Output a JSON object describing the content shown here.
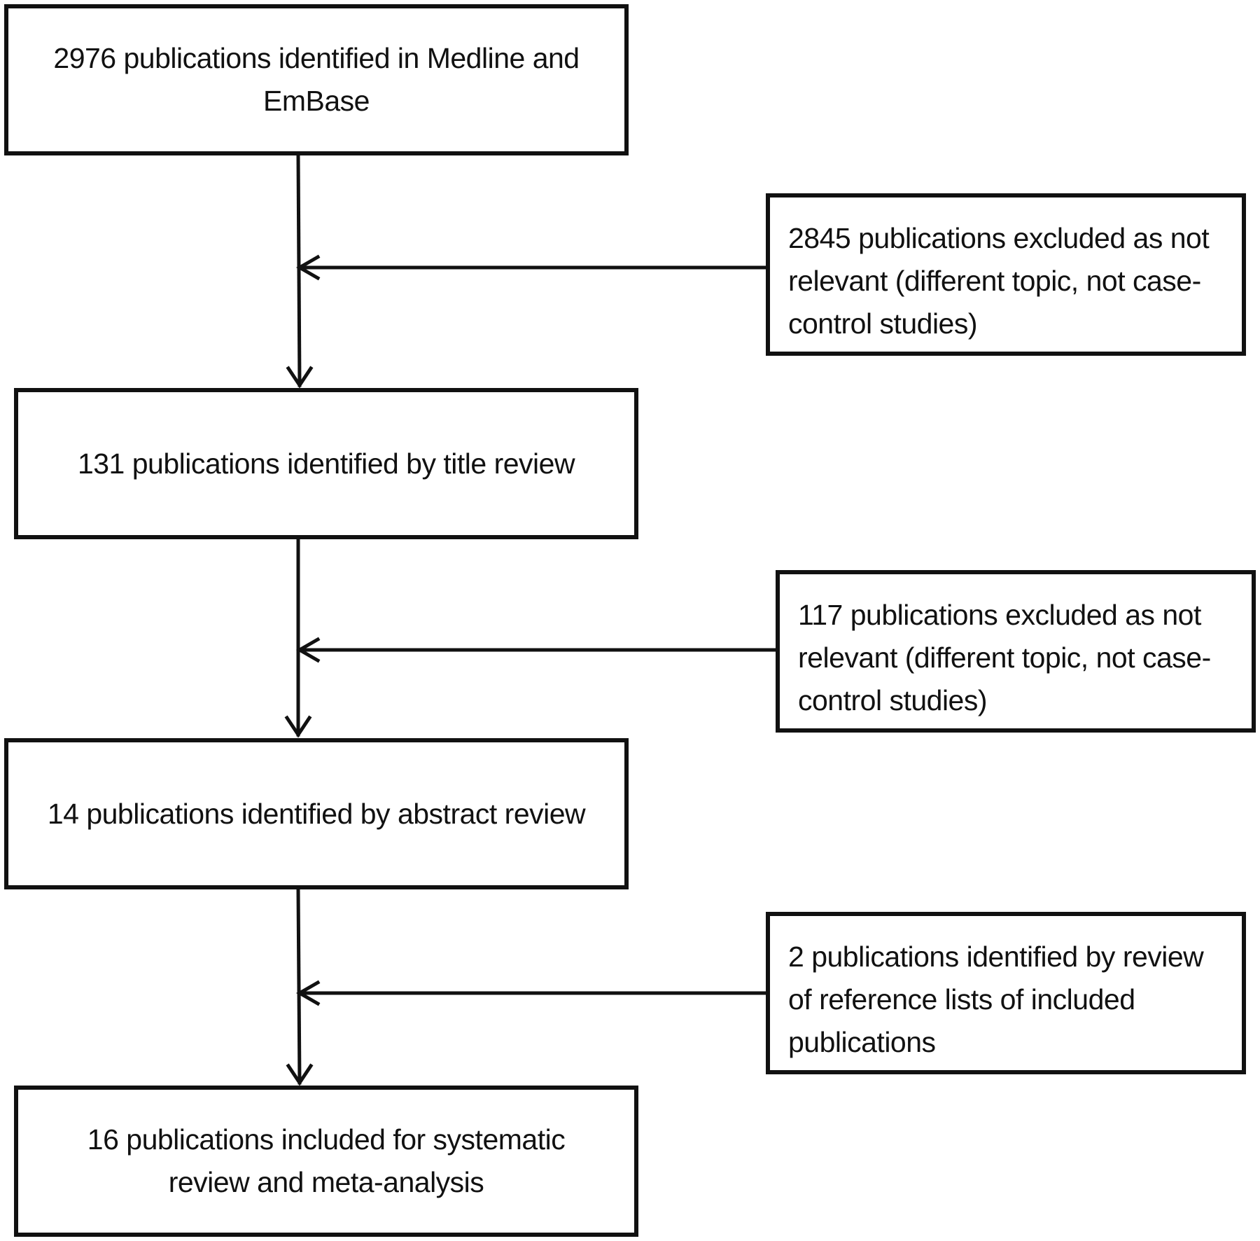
{
  "flow": {
    "box1": {
      "line1": "2976  publications identified in Medline and",
      "line2": "EmBase"
    },
    "box2": {
      "line1": "131  publications identified by title review"
    },
    "box3": {
      "line1": "14 publications identified by abstract review"
    },
    "box4": {
      "line1": "16 publications included for systematic",
      "line2": "review and meta-analysis"
    }
  },
  "side": {
    "excl1": {
      "line1": "2845  publications excluded as not",
      "line2": "relevant (different topic, not case-",
      "line3": "control studies)"
    },
    "excl2": {
      "line1": "117  publications excluded as not",
      "line2": "relevant (different topic, not case-",
      "line3": "control studies)"
    },
    "add1": {
      "line1": "2 publications identified by review",
      "line2": "of reference lists of included",
      "line3": "publications"
    }
  }
}
